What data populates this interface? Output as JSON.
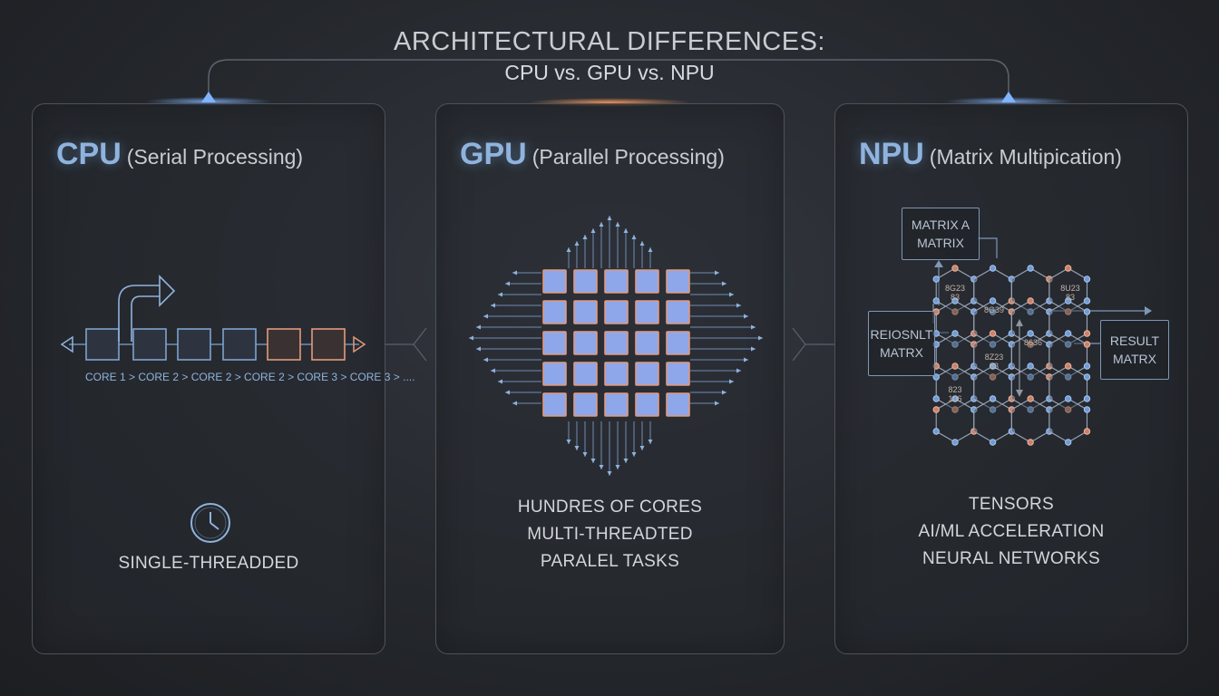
{
  "header": {
    "title": "ARCHITECTURAL DIFFERENCES:",
    "subtitle": "CPU vs. GPU vs. NPU"
  },
  "colors": {
    "accent_blue": "#8fb3dd",
    "accent_orange": "#e39a7c",
    "core_fill": "#8ea6ea",
    "panel_border": "#4d535c",
    "background": "#25282d"
  },
  "cpu": {
    "name": "CPU",
    "description": "(Serial Processing)",
    "core_sequence": "CORE 1 > CORE 2 > CORE 2 > CORE 2 > CORE 3 > CORE 3 > ....",
    "features": [
      "SINGLE-THREADDED"
    ],
    "icons": [
      "clock-icon",
      "redirect-arrow-icon"
    ]
  },
  "gpu": {
    "name": "GPU",
    "description": "(Parallel Processing)",
    "core_grid": {
      "rows": 5,
      "cols": 5
    },
    "features": [
      "HUNDRES OF CORES",
      "MULTI-THREADTED",
      "PARALEL TASKS"
    ]
  },
  "npu": {
    "name": "NPU",
    "description": "(Matrix Multipication)",
    "boxes": {
      "matrix_a": [
        "MATRIX A",
        "MATRIX"
      ],
      "left_matrix": [
        "REIOSNLT",
        "MATRX"
      ],
      "result": [
        "RESULT",
        "MATRX"
      ]
    },
    "hex_labels": [
      [
        "8G23",
        "83"
      ],
      [
        "8G39"
      ],
      [
        "8U23",
        "83"
      ],
      [
        "8636"
      ],
      [
        "8Z23",
        "83"
      ],
      [
        "823",
        "106"
      ]
    ],
    "features": [
      "TENSORS",
      "AI/ML ACCELERATION",
      "NEURAL NETWORKS"
    ]
  }
}
